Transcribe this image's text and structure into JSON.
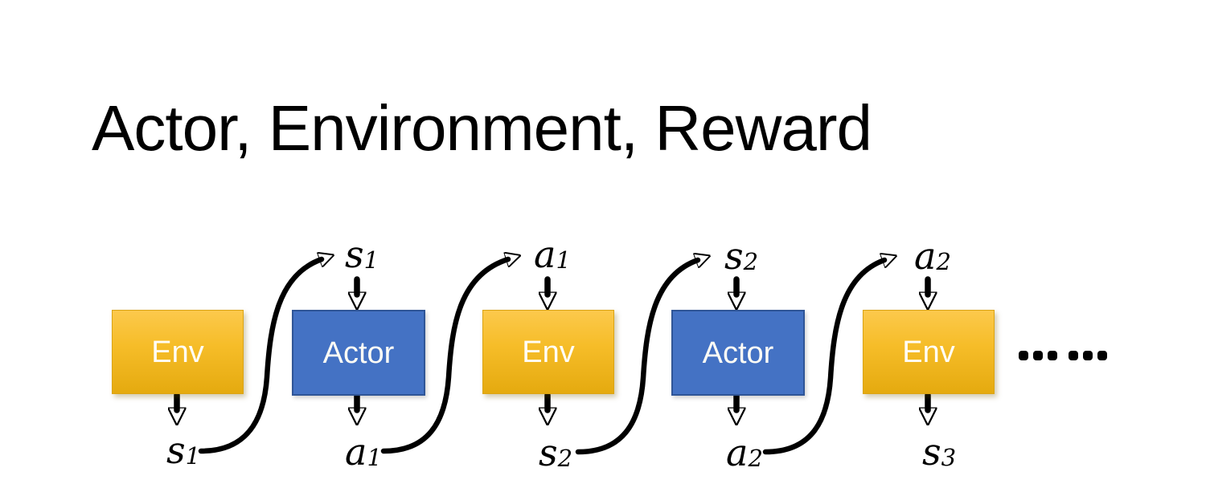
{
  "title": "Actor, Environment, Reward",
  "colors": {
    "title-text": "#000000",
    "arrow": "#000000",
    "env-top": "#FCC94C",
    "env-bottom": "#E5AA0F",
    "env-border": "#DBA414",
    "actor-fill": "#4472C4",
    "actor-border": "#2F5597",
    "box-text": "#FFFDF6"
  },
  "diagram": {
    "boxes": [
      {
        "type": "env",
        "label": "Env"
      },
      {
        "type": "actor",
        "label": "Actor"
      },
      {
        "type": "env",
        "label": "Env"
      },
      {
        "type": "actor",
        "label": "Actor"
      },
      {
        "type": "env",
        "label": "Env"
      }
    ],
    "top_labels": [
      {
        "base": "s",
        "sub": "1"
      },
      {
        "base": "a",
        "sub": "1"
      },
      {
        "base": "s",
        "sub": "2"
      },
      {
        "base": "a",
        "sub": "2"
      }
    ],
    "bottom_labels": [
      {
        "base": "s",
        "sub": "1"
      },
      {
        "base": "a",
        "sub": "1"
      },
      {
        "base": "s",
        "sub": "2"
      },
      {
        "base": "a",
        "sub": "2"
      },
      {
        "base": "s",
        "sub": "3"
      }
    ],
    "ellipsis": "……"
  }
}
